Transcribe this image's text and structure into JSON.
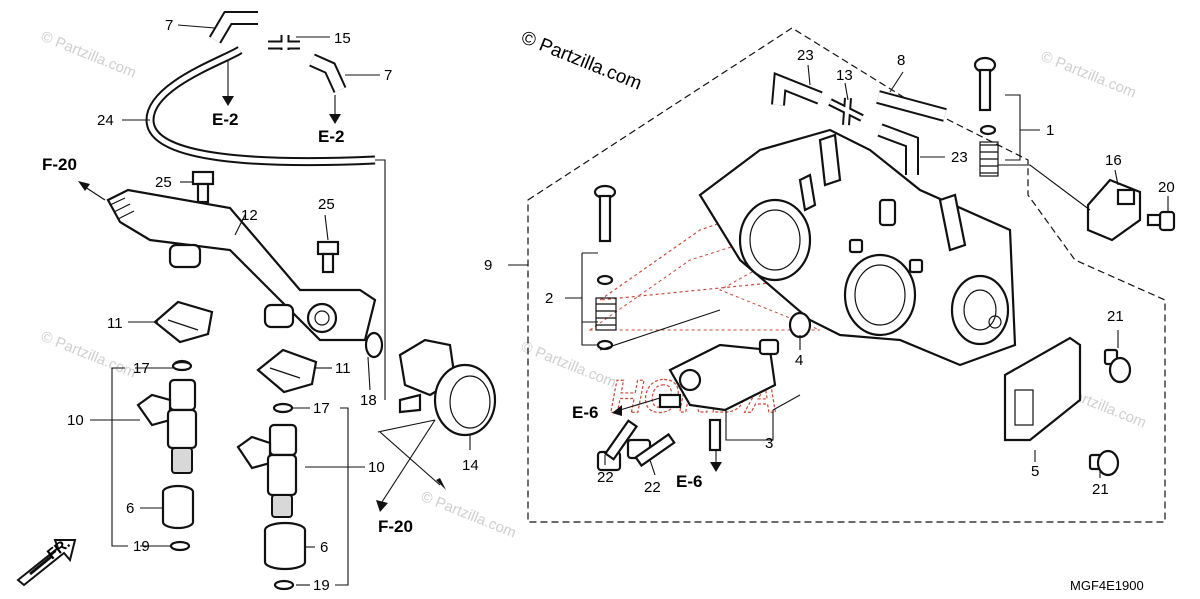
{
  "copyright": "© Partzilla.com",
  "watermarks": [
    "© Partzilla.com",
    "© Partzilla.com",
    "© Partzilla.com",
    "© Partzilla.com",
    "© Partzilla.com",
    "© Partzilla.com"
  ],
  "brand_mark": "HONDA",
  "diagram_code": "MGF4E1900",
  "front_label": "FR.",
  "references": {
    "f20_top": "F-20",
    "f20_bottom": "F-20",
    "e2_left": "E-2",
    "e2_right": "E-2",
    "e6_left": "E-6",
    "e6_bottom": "E-6"
  },
  "callouts": [
    "1",
    "2",
    "3",
    "4",
    "5",
    "6",
    "6",
    "7",
    "7",
    "8",
    "9",
    "10",
    "10",
    "11",
    "11",
    "12",
    "13",
    "14",
    "15",
    "16",
    "17",
    "17",
    "18",
    "19",
    "19",
    "20",
    "21",
    "21",
    "22",
    "22",
    "23",
    "23",
    "24",
    "25",
    "25"
  ]
}
